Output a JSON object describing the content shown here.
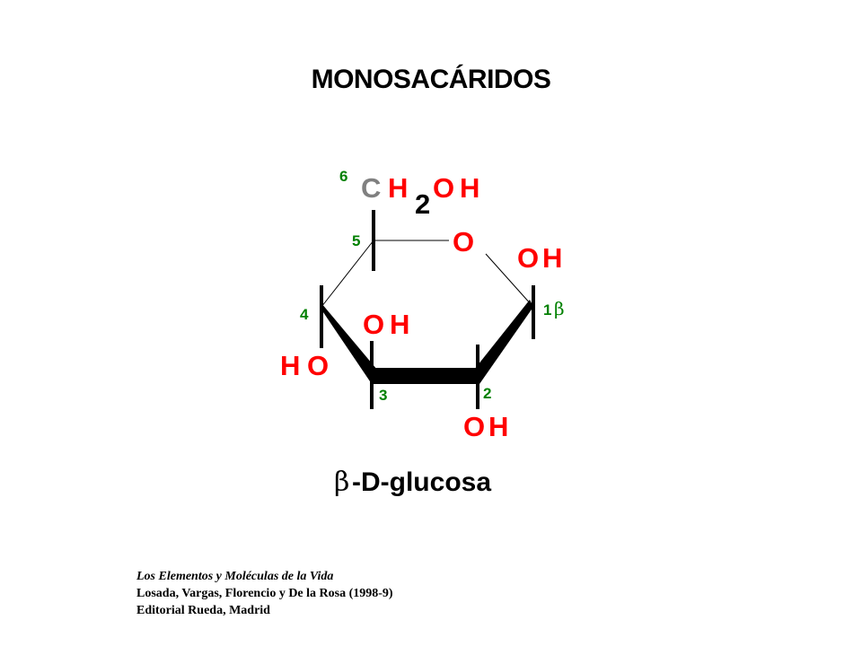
{
  "title": "MONOSACÁRIDOS",
  "molecule": {
    "name": "-D-glucosa",
    "name_prefix": "β",
    "atoms": {
      "c6_C": "C",
      "c6_H": "H",
      "c6_sub2": "2",
      "c6_O": "O",
      "c6_OH_H": "H",
      "ring_O": "O",
      "c1_O": "O",
      "c1_H": "H",
      "c3_O": "O",
      "c3_H": "H",
      "c4_H": "H",
      "c4_O": "O",
      "c2_O": "O",
      "c2_H": "H"
    },
    "carbon_numbers": {
      "c1": "1",
      "c1_beta": "β",
      "c2": "2",
      "c3": "3",
      "c4": "4",
      "c5": "5",
      "c6": "6"
    },
    "colors": {
      "oxygen": "#ff0000",
      "hydrogen": "#ff0000",
      "carbon": "#808080",
      "number": "#008000",
      "bond": "#000000",
      "text": "#000000"
    }
  },
  "credits": {
    "book": "Los Elementos y Moléculas de la Vida",
    "authors": "Losada, Vargas, Florencio y De la Rosa (1998-9)",
    "publisher": "Editorial Rueda, Madrid"
  }
}
